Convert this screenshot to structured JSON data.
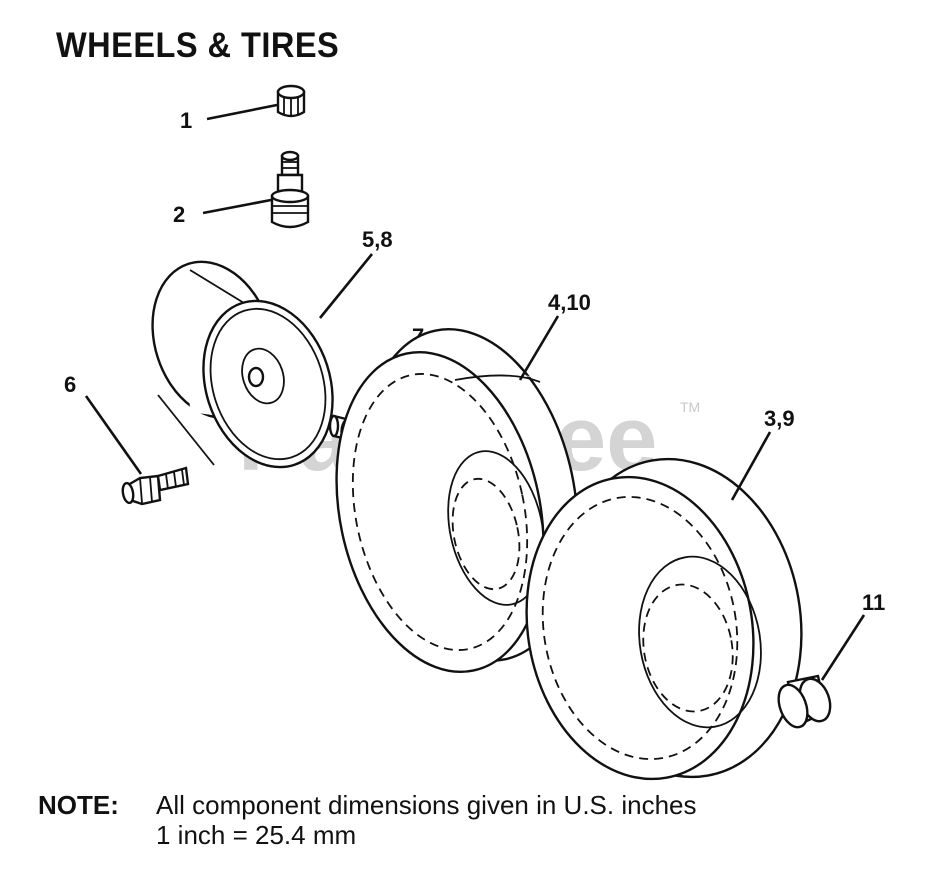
{
  "title": "WHEELS & TIRES",
  "watermark": {
    "text": "PartsTree",
    "tm": "TM"
  },
  "callouts": [
    {
      "id": "1",
      "label": "1"
    },
    {
      "id": "2",
      "label": "2"
    },
    {
      "id": "5-8",
      "label": "5,8"
    },
    {
      "id": "7",
      "label": "7"
    },
    {
      "id": "4-10",
      "label": "4,10"
    },
    {
      "id": "6",
      "label": "6"
    },
    {
      "id": "3-9",
      "label": "3,9"
    },
    {
      "id": "11",
      "label": "11"
    }
  ],
  "note": {
    "label": "NOTE:",
    "line1": "All component dimensions given in U.S. inches",
    "line2": "1 inch = 25.4 mm"
  }
}
